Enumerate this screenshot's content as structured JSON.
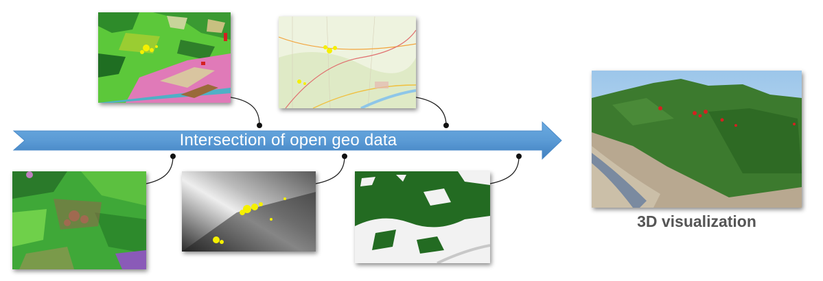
{
  "banner": {
    "label": "Intersection of open geo data"
  },
  "visualization": {
    "label": "3D visualization"
  },
  "colors": {
    "arrow_fill": "#5b9bd5",
    "arrow_dark": "#3f7fc0",
    "connector": "#222222",
    "highlight_yellow": "#f5f000",
    "highlight_red": "#d42020"
  },
  "thumbnails": [
    {
      "id": "land-cover-map",
      "icon": "land-cover-map"
    },
    {
      "id": "road-map",
      "icon": "road-map"
    },
    {
      "id": "satellite-image",
      "icon": "satellite-image"
    },
    {
      "id": "elevation-model",
      "icon": "elevation-model"
    },
    {
      "id": "forest-mask",
      "icon": "forest-mask"
    },
    {
      "id": "terrain-3d",
      "icon": "terrain-3d"
    }
  ]
}
